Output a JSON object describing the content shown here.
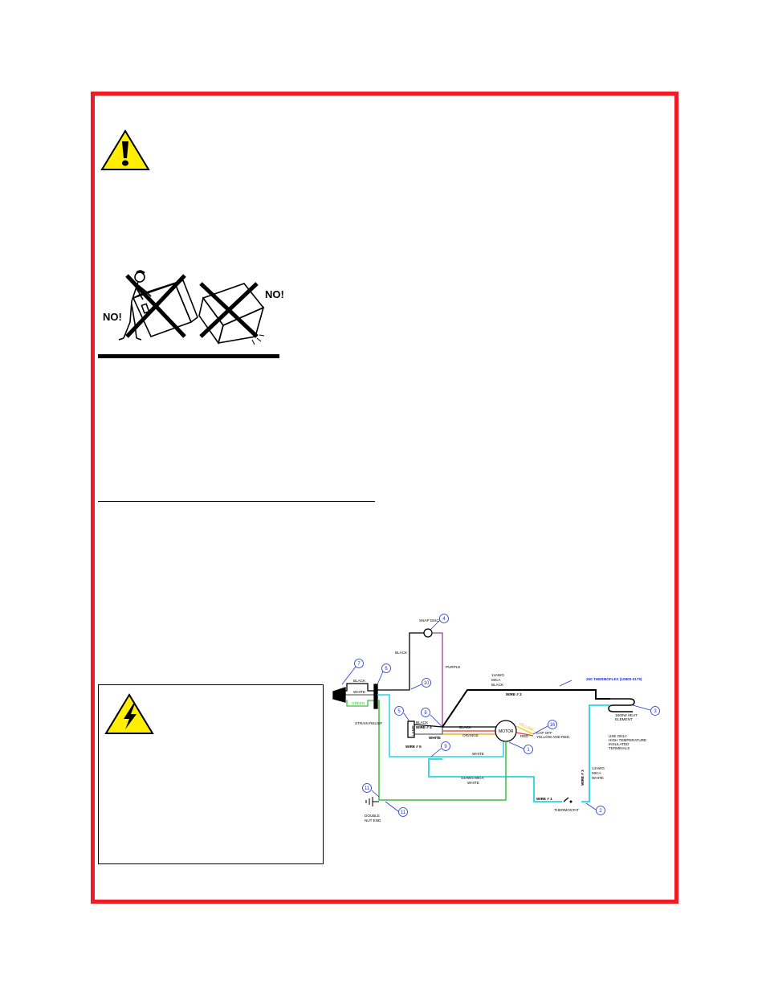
{
  "colors": {
    "frame": "#ee1c24",
    "warning_yellow": "#ffee00",
    "wire_cyan": "#2ad4e0",
    "wire_green": "#3bbf3b",
    "wire_purple": "#9b3fa0",
    "wire_red": "#e23b2e",
    "wire_yellow": "#e8d200",
    "pointer_blue": "#2233cc"
  },
  "icons": {
    "warning": "exclamation-triangle-icon",
    "electrical": "lightning-triangle-icon",
    "tipping": "no-tipping-illustration"
  },
  "illustration": {
    "no_left": "NO!",
    "no_right": "NO!"
  },
  "diagram": {
    "labels": {
      "snap_disc": "SNAP DISC",
      "black_vertical": "BLACK",
      "purple": "PURPLE",
      "black_top": "BLACK",
      "white_top": "WHITE",
      "green": "GREEN",
      "strain_relief": "STRAIN RELIEF",
      "mica_black_1": "14AWG",
      "mica_black_2": "MICA",
      "mica_black_3": "BLACK",
      "wire2": "WIRE # 2",
      "thermoflex": "250 THERMOFLEX (10800-0179)",
      "heat_element_1": "1800W HEAT",
      "heat_element_2": "ELEMENT",
      "lamp": "LAMP",
      "black_lamp": "BLACK",
      "wire4": "WIRE # 4",
      "white_lamp": "WHITE",
      "black_motor": "BLACK",
      "orange": "ORANGE",
      "motor": "MOTOR",
      "yellow": "YELLOW",
      "red": "RED",
      "cap_off_1": "CAP OFF",
      "cap_off_2": "YELLOW AND RED.",
      "wire5": "WIRE # 5",
      "white_mid": "WHITE",
      "use_only_1": "USE ONLY",
      "use_only_2": "HIGH TEMPERATURE",
      "use_only_3": "INSULATED",
      "use_only_4": "TERMINALS",
      "mica_white_b1": "14AWG MICA",
      "mica_white_b2": "WHITE",
      "mica_white_r1": "14AWG",
      "mica_white_r2": "MICA",
      "mica_white_r3": "WHITE",
      "wire3": "WIRE # 3",
      "wire1": "WIRE # 1",
      "thermostat": "THERMOSTAT",
      "double_nut_1": "DOUBLE",
      "double_nut_2": "NUT END"
    },
    "callouts": {
      "c4": "4",
      "c7": "7",
      "c6": "6",
      "c10a": "10",
      "c3": "3",
      "c5": "5",
      "c8": "8",
      "c16": "16",
      "c9": "9",
      "c1": "1",
      "c11": "11",
      "c11b": "11",
      "c2": "2"
    }
  }
}
